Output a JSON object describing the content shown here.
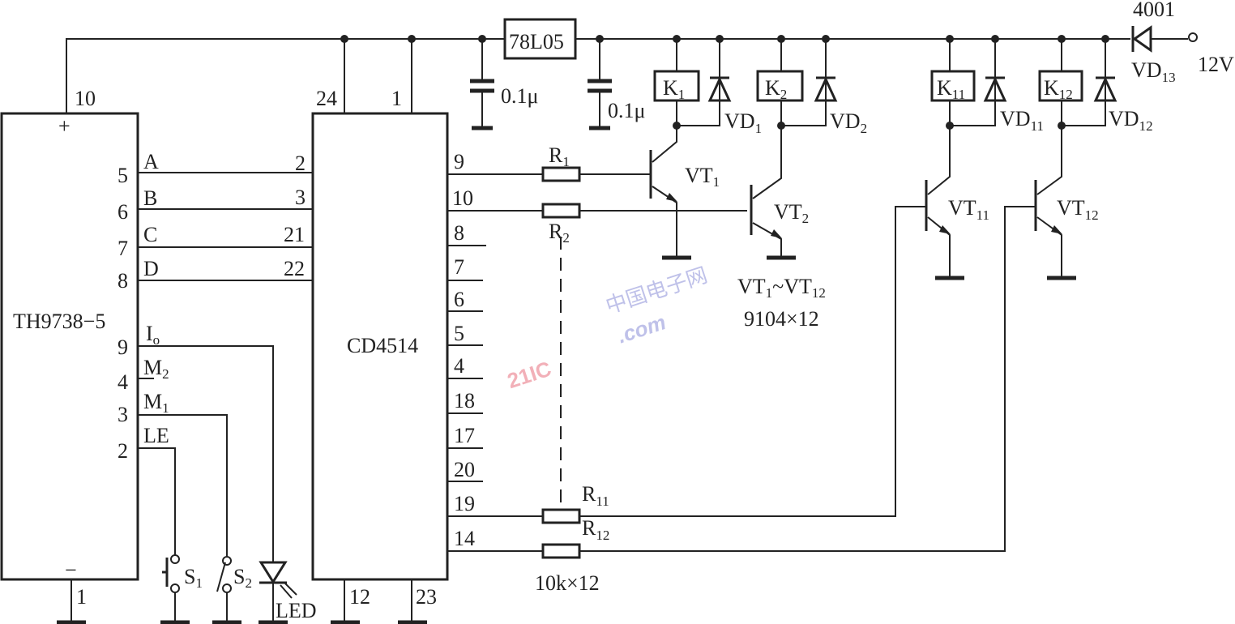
{
  "diagram": {
    "chips": {
      "encoder": "TH9738−5",
      "decoder": "CD4514",
      "regulator": "78L05"
    },
    "encoder_pins": {
      "vcc": "10",
      "plus": "+",
      "minus": "−",
      "gnd": "1",
      "a": "5",
      "b": "6",
      "c": "7",
      "d": "8",
      "io": "9",
      "m2": "4",
      "m1": "3",
      "le": "2"
    },
    "encoder_signals": {
      "a": "A",
      "b": "B",
      "c": "C",
      "d": "D",
      "io": "I",
      "io_sub": "o",
      "m2": "M",
      "m2_sub": "2",
      "m1": "M",
      "m1_sub": "1",
      "le": "LE"
    },
    "decoder_pins": {
      "vdd": "24",
      "strobe": "1",
      "in_a": "2",
      "in_b": "3",
      "in_c": "21",
      "in_d": "22",
      "gnd": "12",
      "inhibit": "23",
      "outputs": [
        "9",
        "10",
        "8",
        "7",
        "6",
        "5",
        "4",
        "18",
        "17",
        "20",
        "19",
        "14"
      ]
    },
    "capacitors": {
      "c1": "0.1μ",
      "c2": "0.1μ"
    },
    "resistors": {
      "r": "R",
      "r1_sub": "1",
      "r2_sub": "2",
      "r11_sub": "11",
      "r12_sub": "12",
      "value": "10k×12"
    },
    "relays": {
      "k": "K",
      "k1": "1",
      "k2": "2",
      "k11": "11",
      "k12": "12"
    },
    "diodes": {
      "vd": "VD",
      "vd1": "1",
      "vd2": "2",
      "vd11": "11",
      "vd12": "12",
      "vd13": "13",
      "vd13_type": "4001"
    },
    "transistors": {
      "vt": "VT",
      "vt1": "1",
      "vt2": "2",
      "vt11": "11",
      "vt12": "12",
      "range_a": "VT",
      "range_a_sub": "1",
      "range_sep": "~VT",
      "range_b_sub": "12",
      "type": "9104×12"
    },
    "switches": {
      "s": "S",
      "s1": "1",
      "s2": "2",
      "led": "LED"
    },
    "supply": "12V",
    "watermark": {
      "text": "21IC",
      "domain": ".com",
      "cn": "中国电子网",
      "color": "#e8707f",
      "color2": "#8c90d8"
    }
  }
}
